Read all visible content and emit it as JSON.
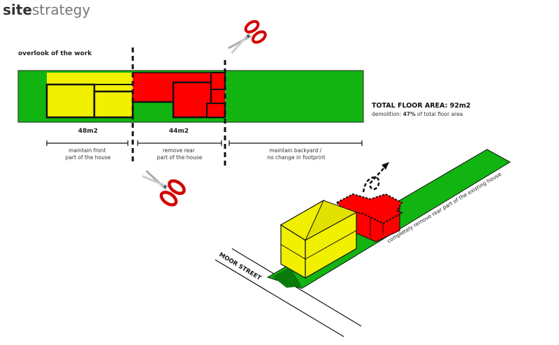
{
  "header": {
    "title_bold": "site",
    "title_light": "strategy"
  },
  "plan": {
    "caption": "overlook of the work",
    "areas": {
      "front": "48m2",
      "rear": "44m2"
    },
    "zones": [
      {
        "line1": "maintain front",
        "line2": "part of the house"
      },
      {
        "line1": "remove rear",
        "line2": "part of the house"
      },
      {
        "line1": "maintain backyard /",
        "line2": "no change in footprint"
      }
    ],
    "total_floor_area": "TOTAL FLOOR AREA: 92m2",
    "demolition": {
      "prefix": "demolition: ",
      "percent": "47%",
      "suffix": " of total floor area"
    }
  },
  "iso": {
    "street_name": "MOOR STREET",
    "annotation": "completely remove rear part of the existing house"
  },
  "icons": {
    "scissors_top": "scissors-icon",
    "scissors_bottom": "scissors-icon"
  },
  "colors": {
    "green": "#12b412",
    "yellow": "#f0f000",
    "red": "#ff0000",
    "dark_green": "#0a7a0a"
  }
}
